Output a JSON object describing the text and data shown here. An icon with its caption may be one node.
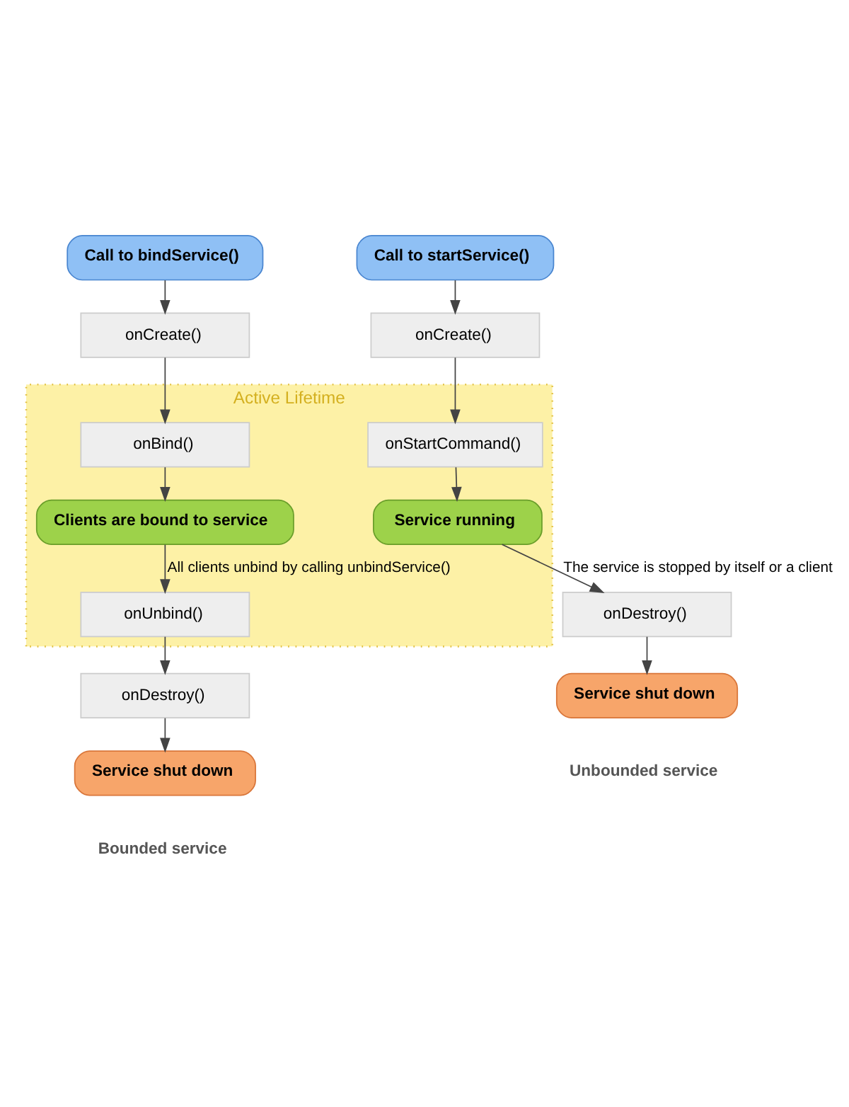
{
  "diagram": {
    "nodes": [
      {
        "text": [
          "Call to startService()"
        ]
      },
      {
        "text": [
          "Call to bindService()"
        ]
      },
      {
        "text": [
          "onCreate()"
        ]
      },
      {
        "text": [
          "onCreate()"
        ]
      },
      {
        "text": [
          "Active Lifetime"
        ]
      },
      {
        "text": [
          "onStartCommand()"
        ],
        "in": 4
      },
      {
        "text": [
          "onBind()"
        ],
        "in": 4
      },
      {
        "text": [
          "Service running"
        ],
        "in": 4
      },
      {
        "text": [
          "Clients are bound to service"
        ],
        "in": 4
      },
      {
        "text": [
          "onUnbind()"
        ],
        "in": 4
      },
      {
        "text": [
          "onDestroy()"
        ]
      },
      {
        "text": [
          "onDestroy()"
        ]
      },
      {
        "text": [
          "Service shut down"
        ],
        "beside": [
          "Unbounded service"
        ]
      },
      {
        "text": [
          "Service shut down"
        ],
        "beside": [
          "Bounded service"
        ]
      }
    ],
    "edges": [
      {
        "from": 0,
        "to": 2,
        "arrow": "to"
      },
      {
        "from": 2,
        "to": 5,
        "arrow": "to"
      },
      {
        "from": 5,
        "to": 7,
        "arrow": "to"
      },
      {
        "from": 7,
        "to": 10,
        "arrow": "to",
        "label": "The service is stopped by itself or a client"
      },
      {
        "from": 10,
        "to": 12,
        "arrow": "to"
      },
      {
        "from": 1,
        "to": 3,
        "arrow": "to"
      },
      {
        "from": 3,
        "to": 6,
        "arrow": "to"
      },
      {
        "from": 6,
        "to": 8,
        "arrow": "to"
      },
      {
        "from": 8,
        "to": 9,
        "arrow": "to",
        "label": "All clients unbind by calling unbindService()"
      },
      {
        "from": 9,
        "to": 11,
        "arrow": "to"
      },
      {
        "from": 11,
        "to": 13,
        "arrow": "to"
      }
    ]
  }
}
